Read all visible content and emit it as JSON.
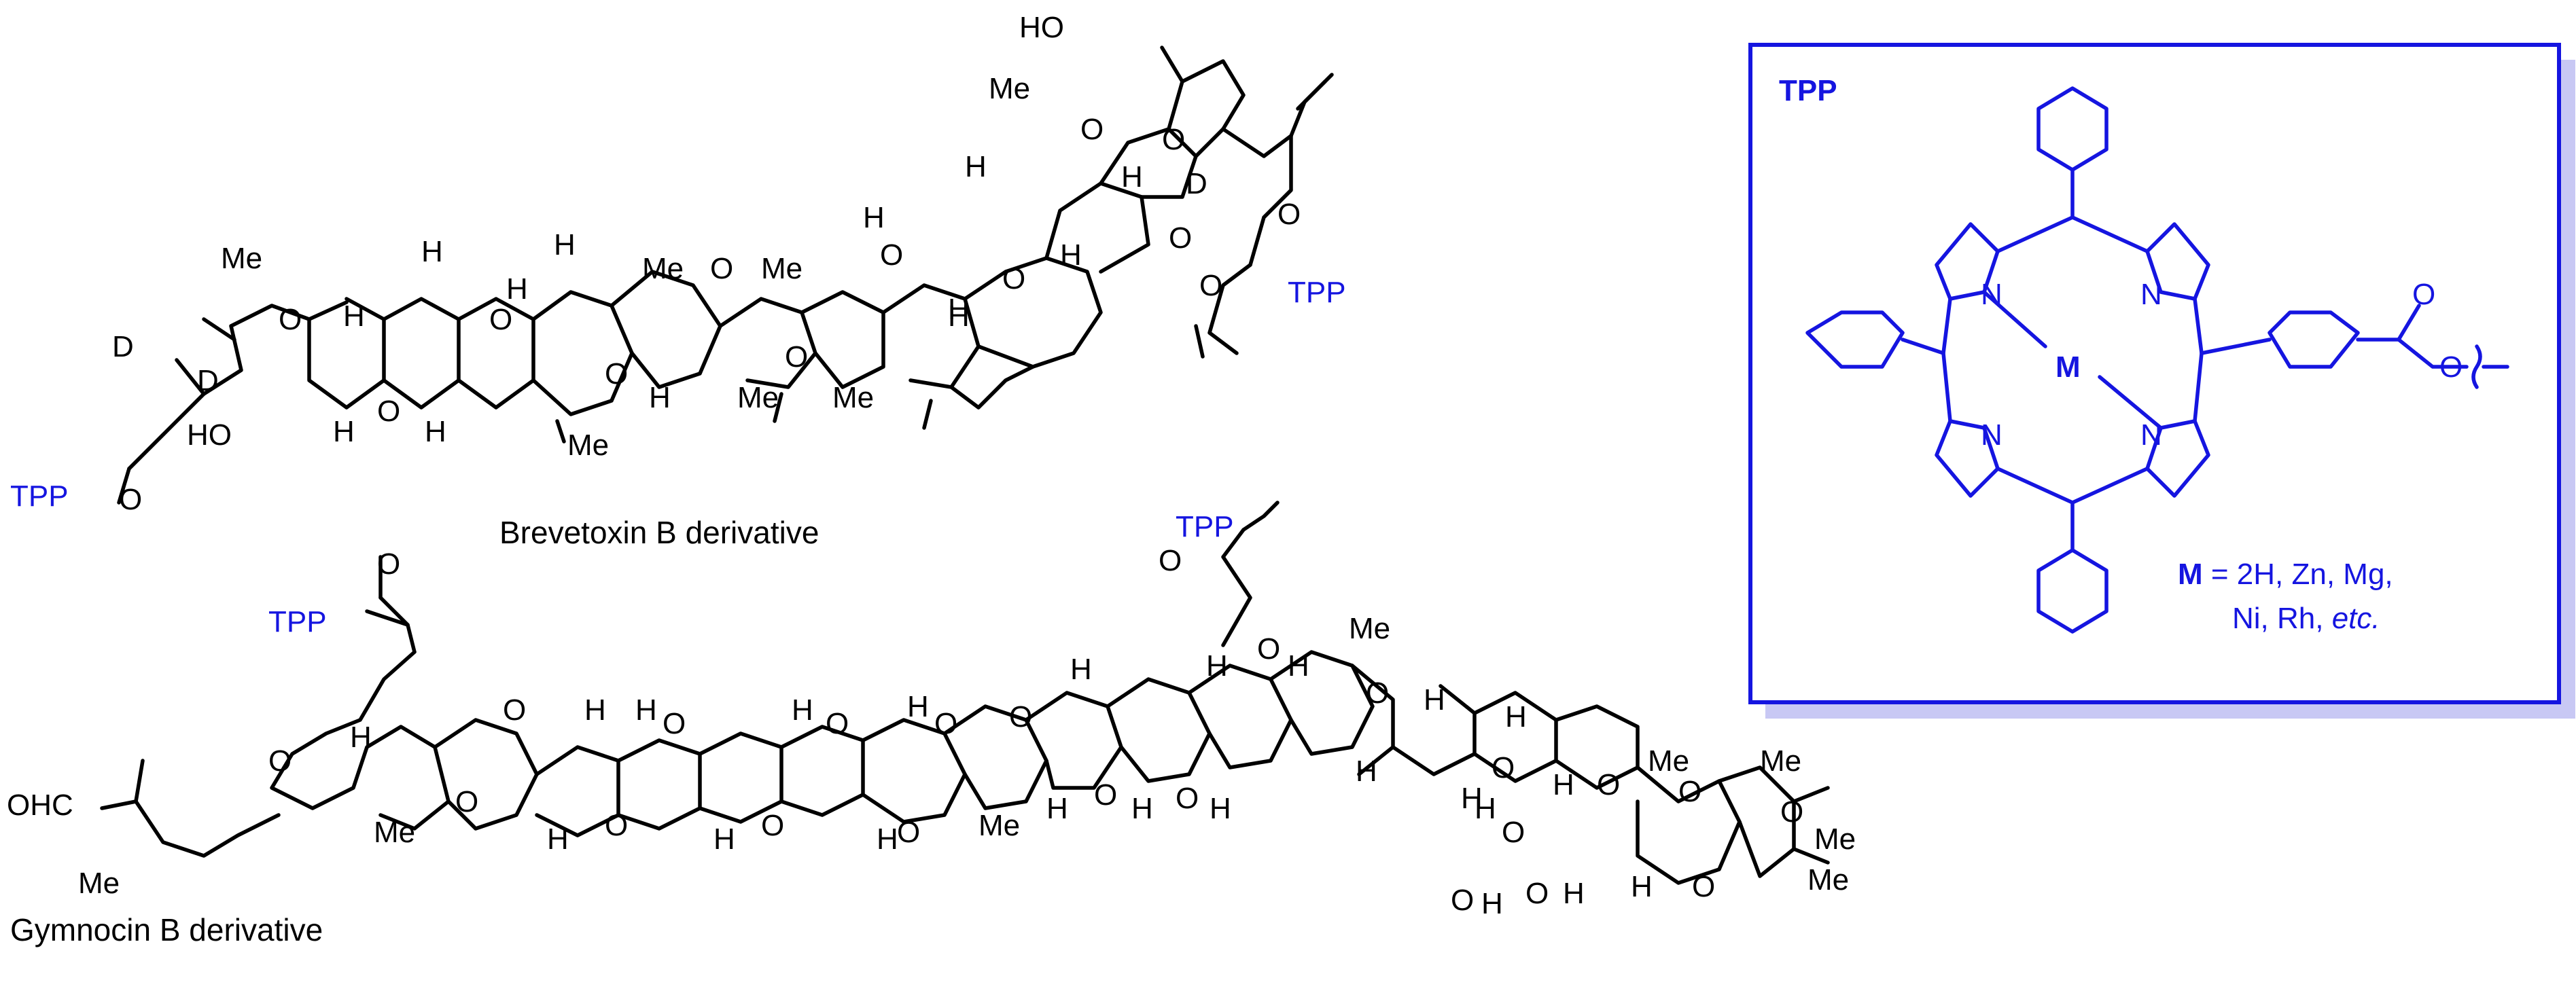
{
  "colors": {
    "accent": "#1515e0",
    "bond": "#000000",
    "box_shadow": "#c8c8f4"
  },
  "molecules": {
    "brevetoxin": {
      "caption": "Brevetoxin B derivative",
      "labels": {
        "ho_top": "HO",
        "me_top": "Me",
        "o": "O",
        "h": "H",
        "d": "D",
        "me": "Me",
        "ho": "HO",
        "tpp": "TPP"
      }
    },
    "gymnocin": {
      "caption": "Gymnocin B derivative",
      "labels": {
        "ohc": "OHC",
        "me": "Me",
        "o": "O",
        "h": "H",
        "tpp": "TPP"
      }
    }
  },
  "tpp_box": {
    "title": "TPP",
    "metal_label": "M",
    "n_label": "N",
    "o_label": "O",
    "metal_line1_prefix": "M",
    "metal_line1_rest": " = 2H, Zn, Mg,",
    "metal_line2_prefix": "Ni, Rh, ",
    "metal_line2_etc": "etc."
  }
}
